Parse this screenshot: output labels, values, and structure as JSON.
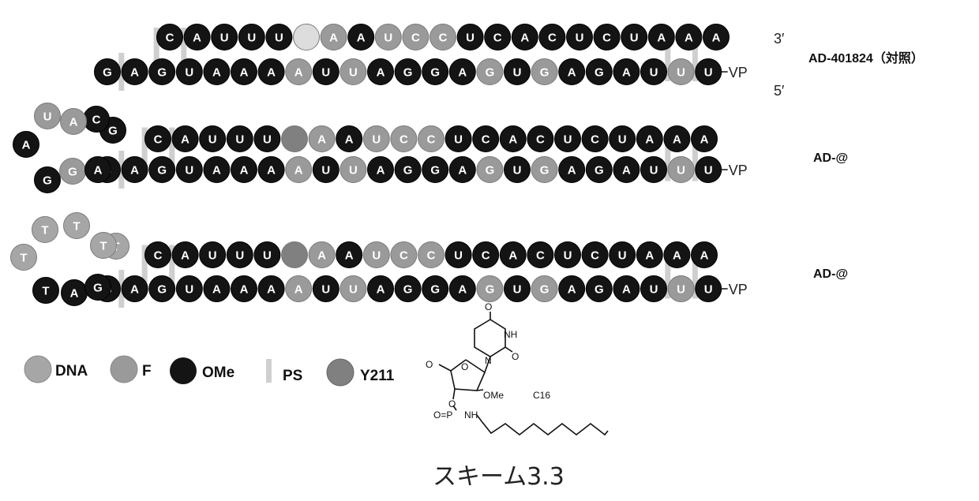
{
  "colors": {
    "OMe": "#141414",
    "F": "#9a9a9a",
    "DNA": "#a6a6a6",
    "Y211": "#808080",
    "empty": "#dddddd",
    "PS": "#cfcfcf"
  },
  "legend": [
    {
      "kind": "DNA",
      "label": "DNA"
    },
    {
      "kind": "F",
      "label": "F"
    },
    {
      "kind": "OMe",
      "label": "OMe"
    },
    {
      "kind": "PS",
      "label": "PS"
    },
    {
      "kind": "Y211",
      "label": "Y211"
    }
  ],
  "constructs": [
    {
      "name": "AD-401824（対照）",
      "top_label": "3′",
      "bottom_label": "5′",
      "vp_label": "VP",
      "sense": {
        "bases": [
          "C",
          "A",
          "U",
          "U",
          "U",
          "",
          "A",
          "A",
          "U",
          "C",
          "C",
          "U",
          "C",
          "A",
          "C",
          "U",
          "C",
          "U",
          "A",
          "A",
          "A"
        ],
        "mods": [
          "OMe",
          "OMe",
          "OMe",
          "OMe",
          "OMe",
          "empty",
          "F",
          "OMe",
          "F",
          "F",
          "F",
          "OMe",
          "OMe",
          "OMe",
          "OMe",
          "OMe",
          "OMe",
          "OMe",
          "OMe",
          "OMe",
          "OMe"
        ]
      },
      "antisense": {
        "bases": [
          "G",
          "A",
          "G",
          "U",
          "A",
          "A",
          "A",
          "A",
          "U",
          "U",
          "A",
          "G",
          "G",
          "A",
          "G",
          "U",
          "G",
          "A",
          "G",
          "A",
          "U",
          "U",
          "U"
        ],
        "mods": [
          "OMe",
          "OMe",
          "OMe",
          "OMe",
          "OMe",
          "OMe",
          "OMe",
          "F",
          "OMe",
          "F",
          "OMe",
          "OMe",
          "OMe",
          "OMe",
          "F",
          "OMe",
          "F",
          "OMe",
          "OMe",
          "OMe",
          "OMe",
          "F",
          "OMe"
        ]
      }
    },
    {
      "name": "AD-@",
      "vp_label": "VP",
      "loop": [
        "G",
        "C",
        "A",
        "U",
        "A",
        "G",
        "G",
        "A"
      ],
      "loop_mods": [
        "OMe",
        "OMe",
        "F",
        "F",
        "OMe",
        "OMe",
        "F",
        "OMe"
      ],
      "sense": {
        "bases": [
          "C",
          "A",
          "U",
          "U",
          "U",
          "",
          "A",
          "A",
          "U",
          "C",
          "C",
          "U",
          "C",
          "A",
          "C",
          "U",
          "C",
          "U",
          "A",
          "A",
          "A"
        ],
        "mods": [
          "OMe",
          "OMe",
          "OMe",
          "OMe",
          "OMe",
          "Y211",
          "F",
          "OMe",
          "F",
          "F",
          "F",
          "OMe",
          "OMe",
          "OMe",
          "OMe",
          "OMe",
          "OMe",
          "OMe",
          "OMe",
          "OMe",
          "OMe"
        ]
      },
      "antisense": {
        "bases": [
          "G",
          "A",
          "G",
          "U",
          "A",
          "A",
          "A",
          "A",
          "U",
          "U",
          "A",
          "G",
          "G",
          "A",
          "G",
          "U",
          "G",
          "A",
          "G",
          "A",
          "U",
          "U",
          "U"
        ],
        "mods": [
          "OMe",
          "OMe",
          "OMe",
          "OMe",
          "OMe",
          "OMe",
          "OMe",
          "F",
          "OMe",
          "F",
          "OMe",
          "OMe",
          "OMe",
          "OMe",
          "F",
          "OMe",
          "F",
          "OMe",
          "OMe",
          "OMe",
          "OMe",
          "F",
          "OMe"
        ]
      }
    },
    {
      "name": "AD-@",
      "vp_label": "VP",
      "loop": [
        "T",
        "T",
        "T",
        "T",
        "T",
        "T",
        "A",
        "G"
      ],
      "loop_mods": [
        "DNA",
        "DNA",
        "DNA",
        "DNA",
        "DNA",
        "OMe",
        "OMe",
        "OMe"
      ],
      "sense": {
        "bases": [
          "C",
          "A",
          "U",
          "U",
          "U",
          "",
          "A",
          "A",
          "U",
          "C",
          "C",
          "U",
          "C",
          "A",
          "C",
          "U",
          "C",
          "U",
          "A",
          "A",
          "A"
        ],
        "mods": [
          "OMe",
          "OMe",
          "OMe",
          "OMe",
          "OMe",
          "Y211",
          "F",
          "OMe",
          "F",
          "F",
          "F",
          "OMe",
          "OMe",
          "OMe",
          "OMe",
          "OMe",
          "OMe",
          "OMe",
          "OMe",
          "OMe",
          "OMe"
        ]
      },
      "antisense": {
        "bases": [
          "G",
          "A",
          "G",
          "U",
          "A",
          "A",
          "A",
          "A",
          "U",
          "U",
          "A",
          "G",
          "G",
          "A",
          "G",
          "U",
          "G",
          "A",
          "G",
          "A",
          "U",
          "U",
          "U"
        ],
        "mods": [
          "OMe",
          "OMe",
          "OMe",
          "OMe",
          "OMe",
          "OMe",
          "OMe",
          "F",
          "OMe",
          "F",
          "OMe",
          "OMe",
          "OMe",
          "OMe",
          "F",
          "OMe",
          "F",
          "OMe",
          "OMe",
          "OMe",
          "OMe",
          "F",
          "OMe"
        ]
      }
    }
  ],
  "structure": {
    "atoms": [
      "O",
      "NH",
      "O",
      "N",
      "O",
      "O",
      "O",
      "OMe",
      "O=P",
      "NH"
    ],
    "chain_label": "C16"
  },
  "caption": "スキーム3.3"
}
